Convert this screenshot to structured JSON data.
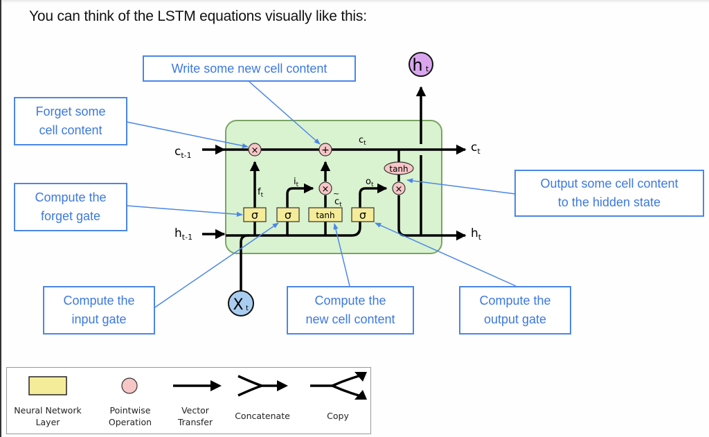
{
  "title": "You can think of the LSTM equations visually like this:",
  "cell": {
    "inputs": {
      "c_prev": "c",
      "c_prev_sub": "t-1",
      "h_prev": "h",
      "h_prev_sub": "t-1",
      "x": "X",
      "x_sub": "t"
    },
    "outputs": {
      "c": "c",
      "c_sub": "t",
      "h": "h",
      "h_sub": "t",
      "h_top": "h",
      "h_top_sub": "t"
    },
    "cell_state_label": "c",
    "cell_state_sub": "t",
    "gate_labels": {
      "f": "f",
      "f_sub": "t",
      "i": "i",
      "i_sub": "t",
      "c_tilde": "c",
      "c_tilde_sub": "t",
      "tilde": "~",
      "o": "o",
      "o_sub": "t"
    },
    "layers": [
      "σ",
      "σ",
      "tanh",
      "σ"
    ],
    "pointwise": {
      "forget_mul": "×",
      "add": "+",
      "input_mul": "×",
      "output_mul": "×",
      "output_tanh": "tanh"
    }
  },
  "callouts": {
    "forget_content": "Forget some\ncell content",
    "write_content": "Write some new cell content",
    "forget_gate": "Compute the\nforget gate",
    "input_gate": "Compute the\ninput gate",
    "new_content": "Compute the\nnew cell content",
    "output_gate": "Compute the\noutput gate",
    "output_content": "Output some cell content\nto the hidden state"
  },
  "legend": {
    "items": [
      {
        "label": "Neural Network\nLayer",
        "icon": "neural-network-layer-icon"
      },
      {
        "label": "Pointwise\nOperation",
        "icon": "pointwise-operation-icon"
      },
      {
        "label": "Vector\nTransfer",
        "icon": "vector-transfer-icon"
      },
      {
        "label": "Concatenate",
        "icon": "concatenate-icon"
      },
      {
        "label": "Copy",
        "icon": "copy-icon"
      }
    ]
  },
  "colors": {
    "callout_blue": "#4a86e8",
    "cell_green": "#d9f2cf",
    "cell_border": "#7aa363",
    "layer_yellow": "#f5ec9a",
    "pointwise_pink": "#f7c6c6",
    "input_blue": "#a9cdf0",
    "output_purple": "#d9a6ee"
  }
}
